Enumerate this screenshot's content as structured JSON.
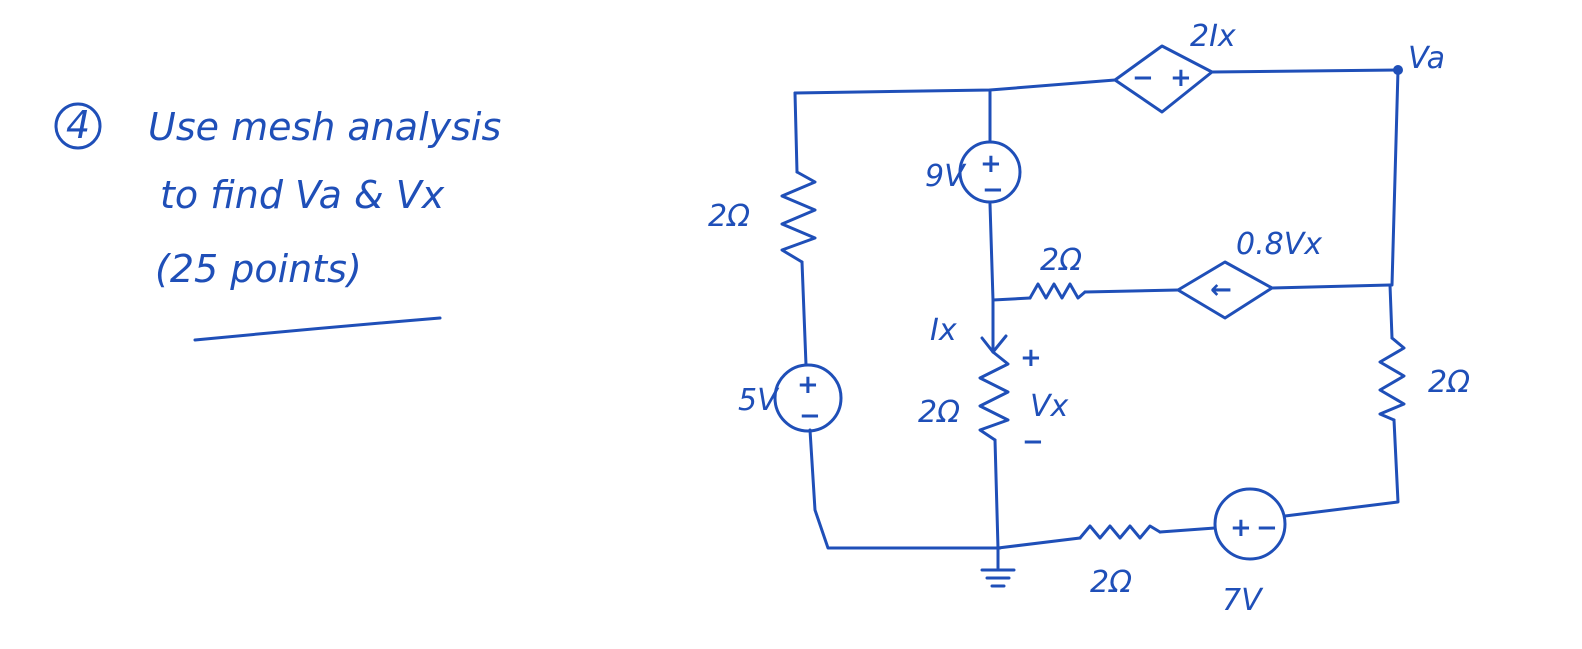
{
  "problem": {
    "number": "4",
    "line1": "Use mesh analysis",
    "line2": "to find Va & Vx",
    "points": "(25 points)"
  },
  "labels": {
    "r_left": "2Ω",
    "v_5": "5V",
    "v_9": "9V",
    "r_mid_top": "2Ω",
    "dep_current": "0.8Vx",
    "dep_voltage": "2Ix",
    "node_va": "Va",
    "ix": "Ix",
    "r_mid": "2Ω",
    "vx": "Vx",
    "r_right": "2Ω",
    "r_bottom": "2Ω",
    "v_7": "7V"
  },
  "symbols": {
    "plus": "+",
    "minus": "−",
    "arrow_left": "←"
  }
}
